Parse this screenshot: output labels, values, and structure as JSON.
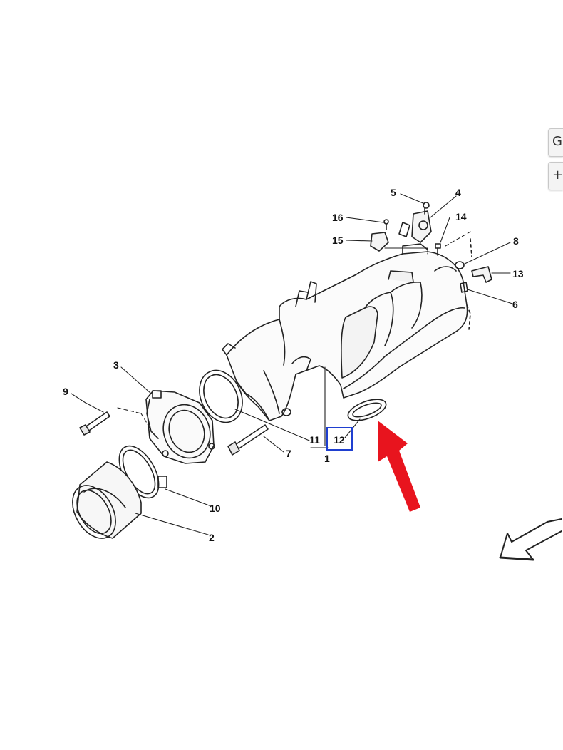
{
  "diagram": {
    "callouts": [
      {
        "id": "c1",
        "label": "1"
      },
      {
        "id": "c2",
        "label": "2"
      },
      {
        "id": "c3",
        "label": "3"
      },
      {
        "id": "c4",
        "label": "4"
      },
      {
        "id": "c5",
        "label": "5"
      },
      {
        "id": "c6",
        "label": "6"
      },
      {
        "id": "c7",
        "label": "7"
      },
      {
        "id": "c8",
        "label": "8"
      },
      {
        "id": "c9",
        "label": "9"
      },
      {
        "id": "c10",
        "label": "10"
      },
      {
        "id": "c11",
        "label": "11"
      },
      {
        "id": "c12",
        "label": "12"
      },
      {
        "id": "c13",
        "label": "13"
      },
      {
        "id": "c14",
        "label": "14"
      },
      {
        "id": "c15",
        "label": "15"
      },
      {
        "id": "c16",
        "label": "16"
      }
    ],
    "highlight_label": "12",
    "highlight_color": "#1f3fd0",
    "pointer_color": "#e8141e"
  },
  "side_toolbar": {
    "buttons": [
      {
        "icon": "rotate-icon",
        "glyph": "G"
      },
      {
        "icon": "plus-icon",
        "glyph": "+"
      }
    ]
  }
}
